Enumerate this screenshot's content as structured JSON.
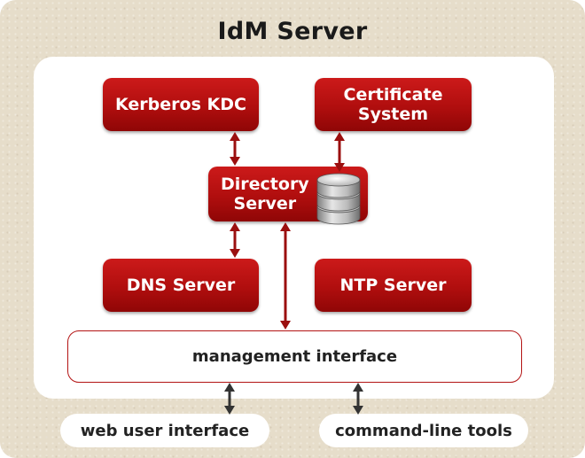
{
  "title": "IdM Server",
  "components": {
    "kerberos": [
      "Kerberos KDC"
    ],
    "certificate": [
      "Certificate",
      "System"
    ],
    "directory": [
      "Directory",
      "Server"
    ],
    "dns": [
      "DNS Server"
    ],
    "ntp": [
      "NTP Server"
    ]
  },
  "management": "management interface",
  "clients": {
    "web": "web user interface",
    "cli": "command-line tools"
  },
  "colors": {
    "component_fill": "#b31313",
    "arrow_red": "#9b0f0f",
    "arrow_dark": "#333333",
    "background": "#e6ddca"
  }
}
